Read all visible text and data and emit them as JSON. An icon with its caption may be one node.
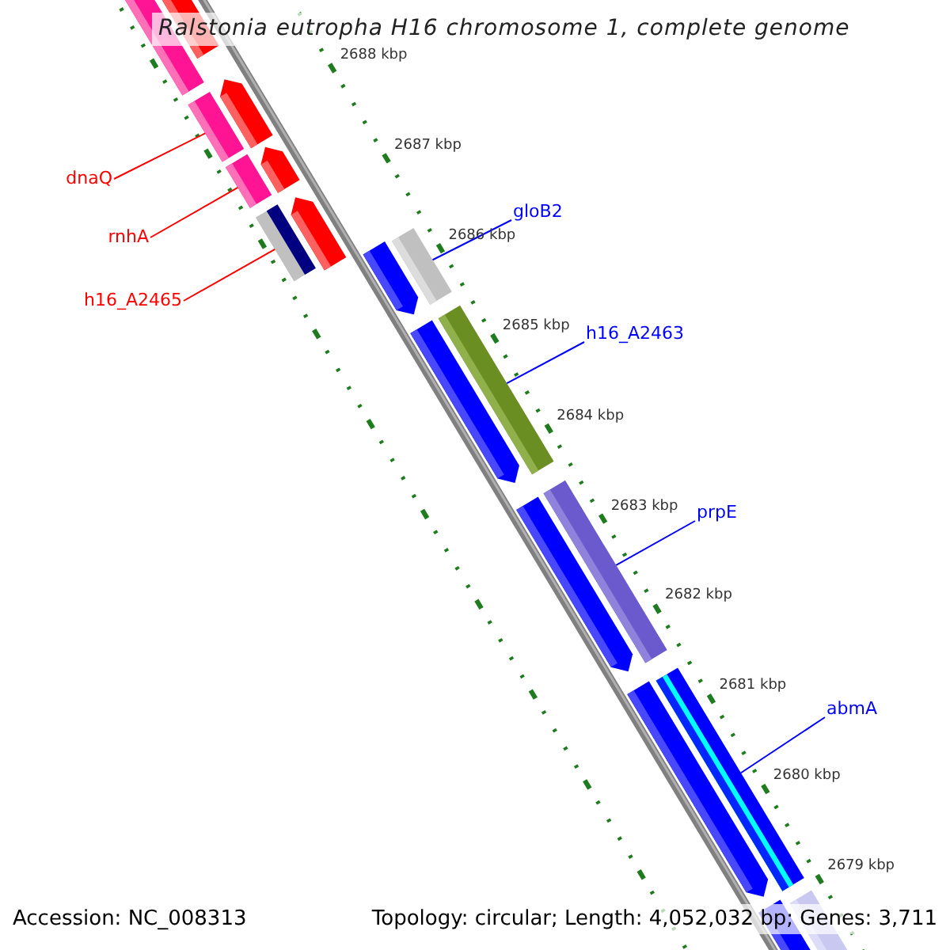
{
  "diagram": {
    "title": "Ralstonia eutropha H16 chromosome 1, complete genome",
    "nodes": [
      {
        "text": [
          "dnaQ"
        ]
      },
      {
        "text": [
          "gloB2"
        ]
      },
      {
        "text": [
          "rnhA"
        ]
      },
      {
        "text": [
          "h16_A2465"
        ]
      },
      {
        "text": [
          "h16_A2463"
        ]
      },
      {
        "text": [
          "prpE"
        ]
      },
      {
        "text": [
          "abmA"
        ]
      },
      {
        "text": [],
        "shape": "bar"
      },
      {
        "text": [],
        "shape": "bar"
      },
      {
        "text": [],
        "shape": "bar"
      },
      {
        "text": [],
        "shape": "bar"
      },
      {
        "text": [],
        "shape": "bar"
      },
      {
        "text": [],
        "shape": "bar"
      },
      {
        "text": [],
        "shape": "bar"
      }
    ],
    "edges": [
      {
        "from": 0,
        "to": 7,
        "arrow": "none",
        "color": "#ff0000"
      },
      {
        "from": 1,
        "to": 8,
        "arrow": "none"
      },
      {
        "from": 2,
        "to": 9,
        "arrow": "none",
        "color": "#ff0000"
      },
      {
        "from": 3,
        "to": 10,
        "arrow": "none",
        "color": "#ff0000"
      },
      {
        "from": 4,
        "to": 11,
        "arrow": "none"
      },
      {
        "from": 5,
        "to": 12,
        "arrow": "none"
      },
      {
        "from": 6,
        "to": 13,
        "arrow": "none"
      }
    ],
    "labels": [
      "2688 kbp",
      "2687 kbp",
      "2686 kbp",
      "2685 kbp",
      "2684 kbp",
      "2683 kbp",
      "2682 kbp",
      "2681 kbp",
      "2680 kbp",
      "2679 kbp",
      "Accession: NC_008313",
      "Topology: circular; Length: 4,052,032 bp; Genes: 3,711"
    ]
  }
}
